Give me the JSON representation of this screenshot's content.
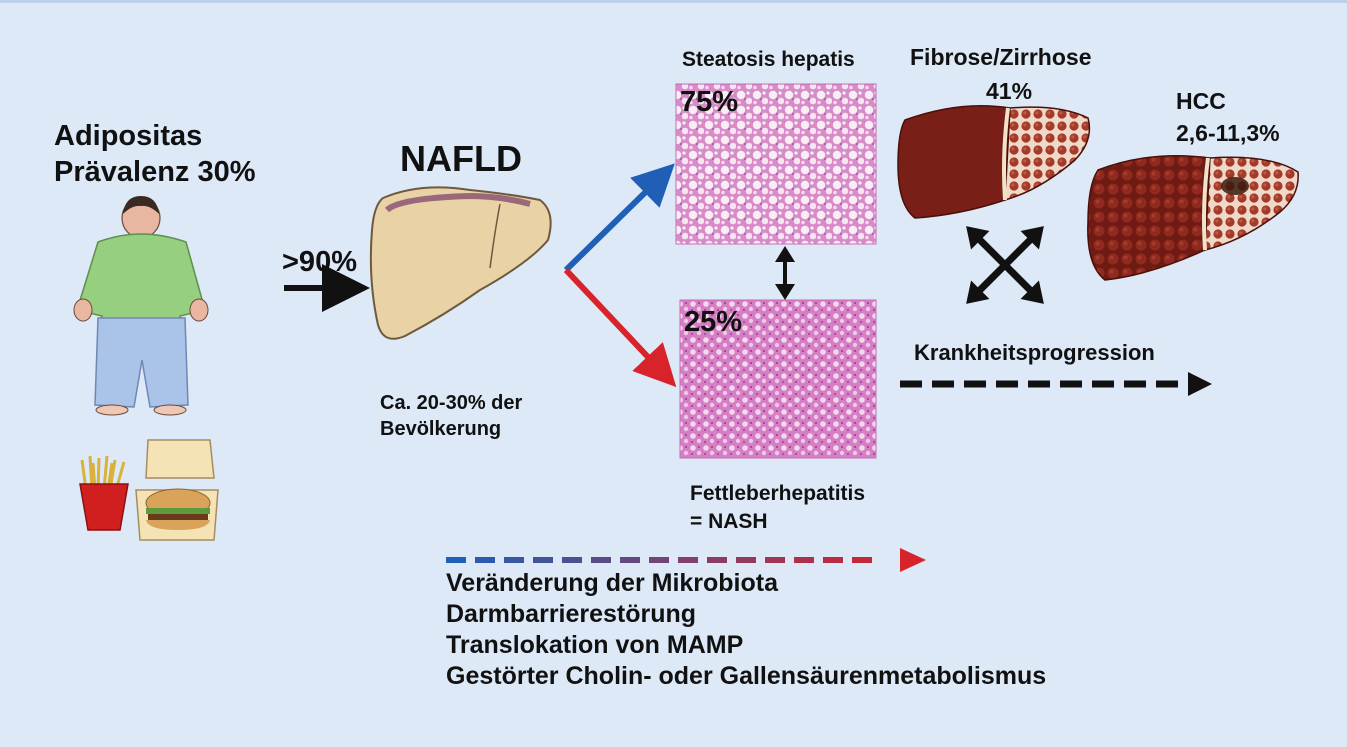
{
  "obesity": {
    "title_line1": "Adipositas",
    "title_line2": "Prävalenz 30%"
  },
  "arrow_label": ">90%",
  "nafld": {
    "title": "NAFLD",
    "note_line1": "Ca. 20-30% der",
    "note_line2": "Bevölkerung"
  },
  "steatosis": {
    "title": "Steatosis hepatis",
    "percent": "75%"
  },
  "nash": {
    "percent": "25%",
    "title_line1": "Fettleberhepatitis",
    "title_line2": "= NASH"
  },
  "fibrosis": {
    "title": "Fibrose/Zirrhose",
    "percent": "41%"
  },
  "hcc": {
    "title": "HCC",
    "percent": "2,6-11,3%"
  },
  "progression_label": "Krankheitsprogression",
  "factors": [
    "Veränderung der Mikrobiota",
    "Darmbarrierestörung",
    "Translokation von MAMP",
    "Gestörter Cholin- oder Gallensäurenmetabolismus"
  ],
  "colors": {
    "background": "#dde9f7",
    "liver_healthy": "#e8d2a6",
    "liver_diseased": "#7a1f17",
    "arrow_blue": "#1f5fb5",
    "arrow_red": "#d8232a",
    "histology_pink": "#d986c8"
  }
}
